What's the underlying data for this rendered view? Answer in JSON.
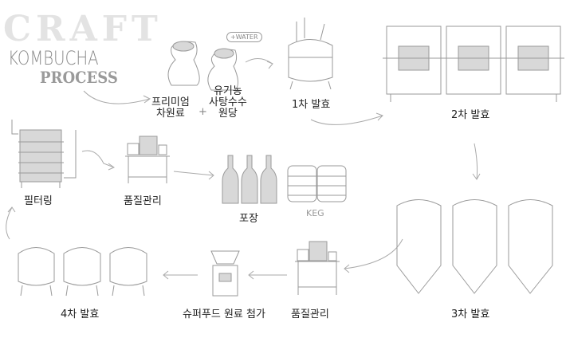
{
  "title": {
    "craft": "CRAFT",
    "kombucha": "KOMBUCHA",
    "process": "PROCESS"
  },
  "ingredients": {
    "water_badge": "+WATER",
    "tea": "프리미엄\n차원료",
    "plus": "+",
    "sugar": "유기농\n사탕수수\n원당"
  },
  "steps": {
    "first_fermentation": "1차 발효",
    "second_fermentation": "2차 발효",
    "third_fermentation": "3차 발효",
    "quality_control_lower": "품질관리",
    "superfood_addition": "슈퍼푸드 원료 첨가",
    "fourth_fermentation": "4차 발효",
    "filtering": "필터링",
    "quality_control_upper": "품질관리",
    "packaging": "포장",
    "keg": "KEG"
  }
}
